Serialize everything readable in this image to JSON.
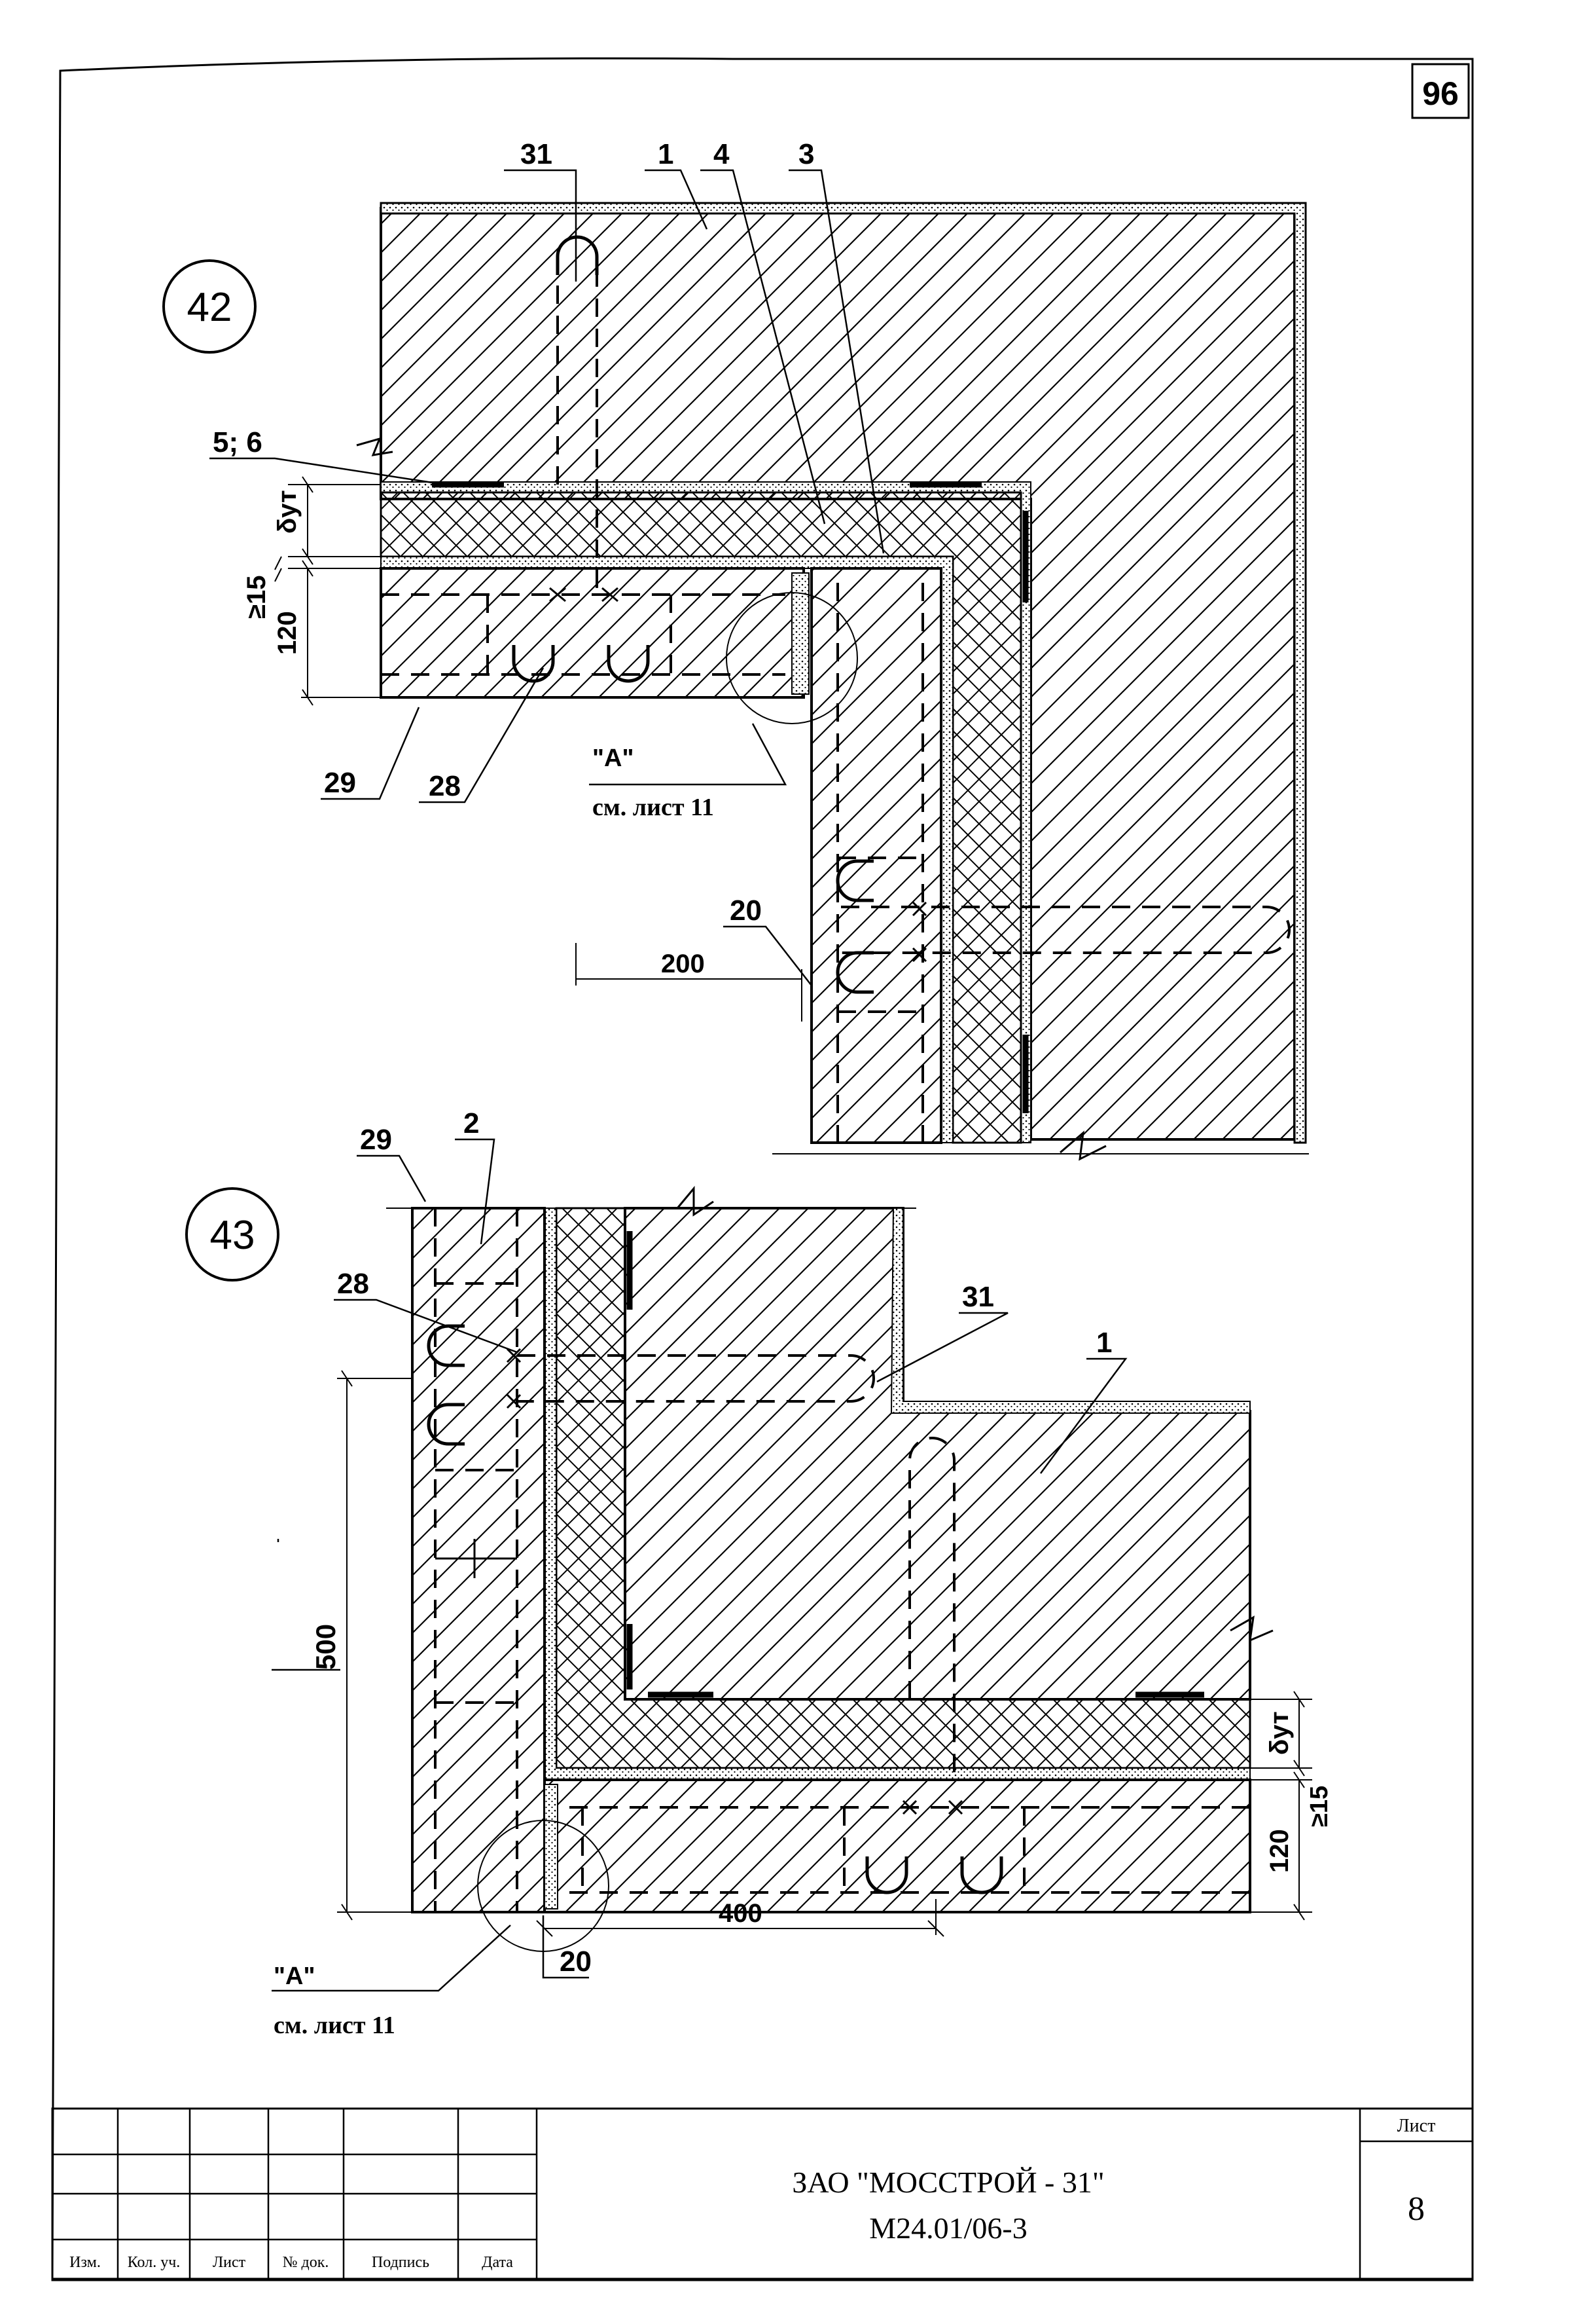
{
  "sheet_number": "96",
  "detail_42": {
    "id": "42",
    "callouts": [
      "31",
      "1",
      "4",
      "3",
      "5; 6",
      "29",
      "28",
      "20"
    ],
    "dims": {
      "insul_thk": "δут",
      "gap": "≥15",
      "h120": "120",
      "w200": "200"
    },
    "ref_label": "\"А\"",
    "ref_sheet": "см. лист 11"
  },
  "detail_43": {
    "id": "43",
    "callouts": [
      "29",
      "2",
      "28",
      "31",
      "1",
      "20"
    ],
    "dims": {
      "h500": "500",
      "w400": "400",
      "insul_thk": "δут",
      "gap": "≥15",
      "h120": "120"
    },
    "ref_label": "\"А\"",
    "ref_sheet": "см. лист 11"
  },
  "title_block": {
    "columns": [
      "Изм.",
      "Кол. уч.",
      "Лист",
      "№ док.",
      "Подпись",
      "Дата"
    ],
    "company": "ЗАО \"МОССТРОЙ - 31\"",
    "doc_code": "М24.01/06-3",
    "sheet_label": "Лист",
    "sheet_no": "8"
  }
}
